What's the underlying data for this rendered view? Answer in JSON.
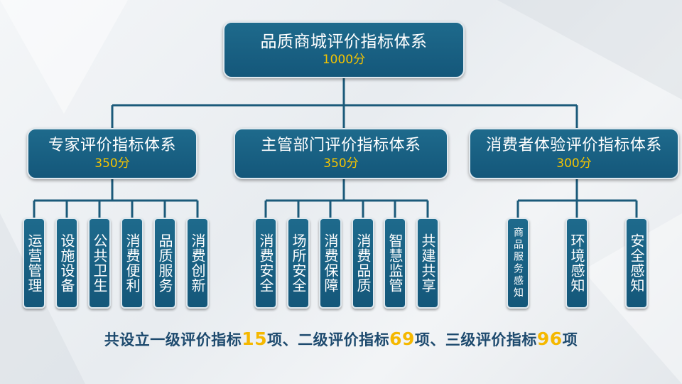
{
  "root": {
    "title": "品质商城评价指标体系",
    "score": "1000分"
  },
  "branches": [
    {
      "title": "专家评价指标体系",
      "score": "350分",
      "leaves": [
        "运营管理",
        "设施设备",
        "公共卫生",
        "消费便利",
        "品质服务",
        "消费创新"
      ]
    },
    {
      "title": "主管部门评价指标体系",
      "score": "350分",
      "leaves": [
        "消费安全",
        "场所安全",
        "消费保障",
        "消费品质",
        "智慧监管",
        "共建共享"
      ]
    },
    {
      "title": "消费者体验评价指标体系",
      "score": "300分",
      "leaves": [
        "商品服务感知",
        "环境感知",
        "安全感知"
      ]
    }
  ],
  "footer": {
    "part1": "共设立一级评价指标",
    "num1": "15",
    "part2": "项、二级评价指标",
    "num2": "69",
    "part3": "项、三级评价指标",
    "num3": "96",
    "part4": "项"
  },
  "colors": {
    "node_fill": "#1a6386",
    "line": "#1b5a7a",
    "score": "#f5c400",
    "footer_text": "#1d4a6e"
  }
}
